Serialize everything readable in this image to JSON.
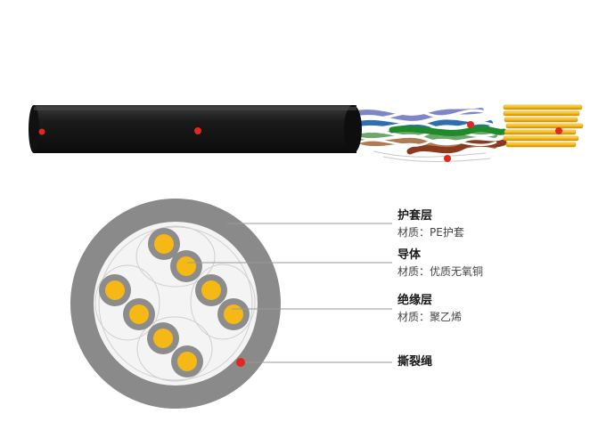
{
  "colors": {
    "jacket_black": "#1b1b1b",
    "jacket_gray": "#8a8a8a",
    "inner_white": "#f4f4f4",
    "insulation_gray": "#8c8c8c",
    "copper_gold": "#f5b814",
    "marker_red": "#e0281e"
  },
  "callouts": [
    {
      "title": "护套层",
      "detail": "材质：PE护套"
    },
    {
      "title": "导体",
      "detail": "材质：优质无氧铜"
    },
    {
      "title": "绝缘层",
      "detail": "材质：聚乙烯"
    },
    {
      "title": "撕裂绳",
      "detail": ""
    }
  ]
}
